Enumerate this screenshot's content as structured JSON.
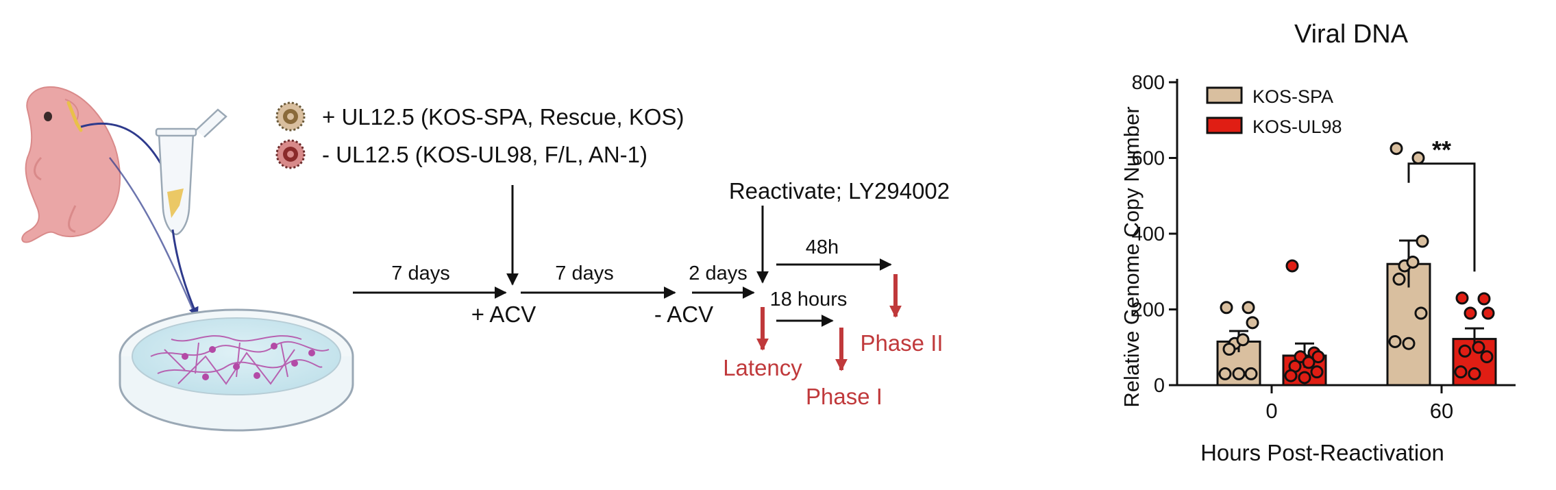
{
  "schematic": {
    "legend": {
      "plus_line": "+ UL12.5 (KOS-SPA, Rescue, KOS)",
      "minus_line": "-  UL12.5 (KOS-UL98, F/L, AN-1)",
      "plus_virion_icon": "virion-icon",
      "minus_virion_icon": "virion-icon"
    },
    "step_labels": {
      "days_1": "7 days",
      "plus_acv": "+ ACV",
      "days_2": "7 days",
      "minus_acv": "- ACV",
      "days_3": "2 days",
      "reactivate": "Reactivate; LY294002",
      "h48": "48h",
      "h18": "18 hours"
    },
    "outcomes": {
      "latency": "Latency",
      "phase1": "Phase I",
      "phase2": "Phase II"
    },
    "icons": [
      "mouse-pup-icon",
      "tube-icon",
      "petri-dish-icon"
    ],
    "colors": {
      "arrow": "#111111",
      "outcome": "#c0393b",
      "neurons": "#b34aa6",
      "pup": "#e9a3a3"
    }
  },
  "chart_data": {
    "type": "bar",
    "title": "Viral DNA",
    "xlabel": "Hours Post-Reactivation",
    "ylabel": "Relative Genome Copy Number",
    "categories": [
      "0",
      "60"
    ],
    "ylim": [
      0,
      800
    ],
    "yticks": [
      "0",
      "200",
      "400",
      "600",
      "800"
    ],
    "legend_position": "top-left",
    "significance": {
      "label": "**",
      "between": "60"
    },
    "series": [
      {
        "name": "KOS-SPA",
        "color": "#d9bf9f",
        "dot_color": "#d9bf9f",
        "values": [
          115,
          320
        ],
        "errors": [
          28,
          62
        ],
        "points": [
          [
            205,
            205,
            165,
            110,
            120,
            95,
            30,
            30,
            30
          ],
          [
            625,
            600,
            380,
            315,
            325,
            280,
            190,
            115,
            110
          ]
        ]
      },
      {
        "name": "KOS-UL98",
        "color": "#e01e14",
        "dot_color": "#e01e14",
        "values": [
          78,
          122
        ],
        "errors": [
          32,
          28
        ],
        "points": [
          [
            315,
            85,
            75,
            75,
            60,
            50,
            35,
            25,
            20
          ],
          [
            230,
            228,
            190,
            190,
            100,
            90,
            75,
            35,
            30
          ]
        ]
      }
    ]
  }
}
